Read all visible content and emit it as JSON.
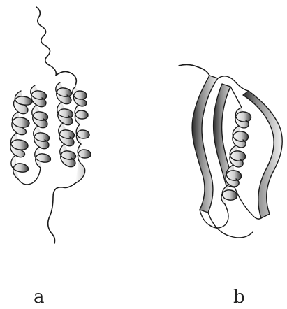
{
  "figure": {
    "panels": [
      {
        "label": "a",
        "kind": "all-alpha helical bundle"
      },
      {
        "label": "b",
        "kind": "alpha/beta fold"
      }
    ]
  },
  "colors": {
    "ink": "#1a1a1a",
    "shade": "#6a6a6a",
    "light": "#d0d0d0",
    "background": "#ffffff"
  }
}
